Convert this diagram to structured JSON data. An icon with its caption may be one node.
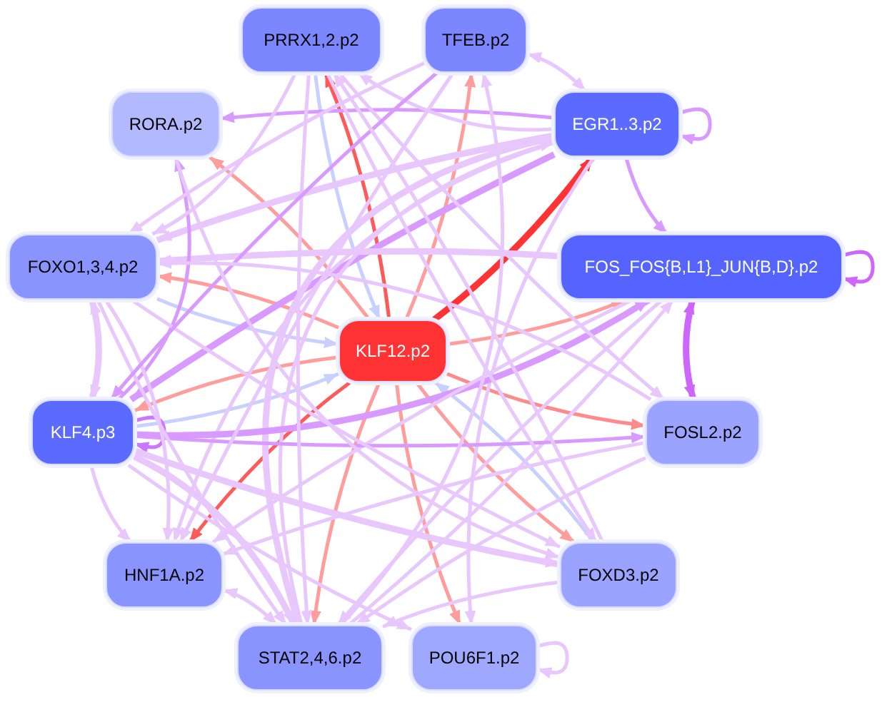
{
  "diagram": {
    "nodes": [
      {
        "text": [
          "PRRX1,2.p2"
        ]
      },
      {
        "text": [
          "TFEB.p2"
        ]
      },
      {
        "text": [
          "RORA.p2"
        ]
      },
      {
        "text": [
          "EGR1..3.p2"
        ]
      },
      {
        "text": [
          "FOXO1,3,4.p2"
        ]
      },
      {
        "text": [
          "FOS_FOS{B,L1}_JUN{B,D}.p2"
        ]
      },
      {
        "text": [
          "KLF12.p2"
        ]
      },
      {
        "text": [
          "KLF4.p3"
        ]
      },
      {
        "text": [
          "FOSL2.p2"
        ]
      },
      {
        "text": [
          "HNF1A.p2"
        ]
      },
      {
        "text": [
          "FOXD3.p2"
        ]
      },
      {
        "text": [
          "STAT2,4,6.p2"
        ]
      },
      {
        "text": [
          "POU6F1.p2"
        ]
      }
    ],
    "edges": [
      {
        "from": 6,
        "to": 0,
        "arrow": "to",
        "color": "#ff5a5a"
      },
      {
        "from": 6,
        "to": 1,
        "arrow": "to",
        "color": "#ff9c9c"
      },
      {
        "from": 6,
        "to": 2,
        "arrow": "to",
        "color": "#ff9c9c"
      },
      {
        "from": 6,
        "to": 4,
        "arrow": "to",
        "color": "#ff9c9c"
      },
      {
        "from": 6,
        "to": 3,
        "arrow": "to",
        "color": "#ff3333",
        "style": "thick"
      },
      {
        "from": 6,
        "to": 5,
        "arrow": "to",
        "color": "#ff9c9c"
      },
      {
        "from": 6,
        "to": 8,
        "arrow": "to",
        "color": "#ff8a8a"
      },
      {
        "from": 6,
        "to": 10,
        "arrow": "to",
        "color": "#ff9c9c"
      },
      {
        "from": 6,
        "to": 12,
        "arrow": "to",
        "color": "#ff9c9c"
      },
      {
        "from": 6,
        "to": 11,
        "arrow": "to",
        "color": "#ff9c9c"
      },
      {
        "from": 6,
        "to": 9,
        "arrow": "to",
        "color": "#ff5a5a"
      },
      {
        "from": 6,
        "to": 7,
        "arrow": "to",
        "color": "#ff9c9c"
      },
      {
        "from": 0,
        "to": 6,
        "arrow": "to",
        "color": "#c8d0ff"
      },
      {
        "from": 4,
        "to": 6,
        "arrow": "to",
        "color": "#c8d0ff"
      },
      {
        "from": 7,
        "to": 6,
        "arrow": "to",
        "color": "#c8d0ff"
      },
      {
        "from": 10,
        "to": 6,
        "arrow": "to",
        "color": "#c8d0ff"
      },
      {
        "from": 3,
        "to": 3,
        "arrow": "to",
        "color": "#d99aff"
      },
      {
        "from": 5,
        "to": 5,
        "arrow": "to",
        "color": "#cc66ff"
      },
      {
        "from": 7,
        "to": 7,
        "arrow": "to",
        "color": "#cc77ff"
      },
      {
        "from": 12,
        "to": 12,
        "arrow": "to"
      },
      {
        "from": 3,
        "to": 5,
        "arrow": "to",
        "color": "#d99aff"
      },
      {
        "from": 5,
        "to": 8,
        "arrow": "both",
        "color": "#cc66ff",
        "style": "thick"
      },
      {
        "from": 3,
        "to": 2,
        "arrow": "to",
        "color": "#d99aff"
      },
      {
        "from": 3,
        "to": 1,
        "arrow": "both"
      },
      {
        "from": 3,
        "to": 0,
        "arrow": "to"
      },
      {
        "from": 3,
        "to": 4,
        "arrow": "to",
        "style": "thick"
      },
      {
        "from": 3,
        "to": 7,
        "arrow": "to",
        "color": "#d99aff",
        "style": "thick"
      },
      {
        "from": 3,
        "to": 9,
        "arrow": "to"
      },
      {
        "from": 3,
        "to": 11,
        "arrow": "to",
        "style": "thick"
      },
      {
        "from": 11,
        "to": 3,
        "arrow": "to"
      },
      {
        "from": 3,
        "to": 12,
        "arrow": "to"
      },
      {
        "from": 5,
        "to": 4,
        "arrow": "to",
        "style": "thick"
      },
      {
        "from": 7,
        "to": 5,
        "arrow": "to",
        "color": "#d99aff",
        "style": "thick"
      },
      {
        "from": 5,
        "to": 11,
        "arrow": "to"
      },
      {
        "from": 11,
        "to": 5,
        "arrow": "to"
      },
      {
        "from": 5,
        "to": 9,
        "arrow": "to"
      },
      {
        "from": 7,
        "to": 8,
        "arrow": "to",
        "color": "#d99aff"
      },
      {
        "from": 7,
        "to": 4,
        "arrow": "both",
        "style": "thick"
      },
      {
        "from": 7,
        "to": 9,
        "arrow": "to"
      },
      {
        "from": 7,
        "to": 11,
        "arrow": "to",
        "style": "thick"
      },
      {
        "from": 7,
        "to": 10,
        "arrow": "to",
        "style": "thick"
      },
      {
        "from": 7,
        "to": 2,
        "arrow": "to",
        "color": "#d99aff"
      },
      {
        "from": 4,
        "to": 9,
        "arrow": "to"
      },
      {
        "from": 4,
        "to": 11,
        "arrow": "to"
      },
      {
        "from": 4,
        "to": 10,
        "arrow": "to"
      },
      {
        "from": 0,
        "to": 4,
        "arrow": "to"
      },
      {
        "from": 0,
        "to": 11,
        "arrow": "to"
      },
      {
        "from": 0,
        "to": 10,
        "arrow": "to"
      },
      {
        "from": 0,
        "to": 8,
        "arrow": "to"
      },
      {
        "from": 1,
        "to": 7,
        "arrow": "to",
        "color": "#d99aff"
      },
      {
        "from": 1,
        "to": 9,
        "arrow": "to"
      },
      {
        "from": 1,
        "to": 4,
        "arrow": "to"
      },
      {
        "from": 11,
        "to": 1,
        "arrow": "to"
      },
      {
        "from": 11,
        "to": 9,
        "arrow": "both"
      },
      {
        "from": 10,
        "to": 11,
        "arrow": "to"
      },
      {
        "from": 10,
        "to": 0,
        "arrow": "to"
      },
      {
        "from": 8,
        "to": 9,
        "arrow": "to"
      },
      {
        "from": 8,
        "to": 11,
        "arrow": "to"
      },
      {
        "from": 8,
        "to": 4,
        "arrow": "to"
      },
      {
        "from": 2,
        "to": 10,
        "arrow": "to"
      },
      {
        "from": 7,
        "to": 12,
        "arrow": "to"
      }
    ]
  }
}
